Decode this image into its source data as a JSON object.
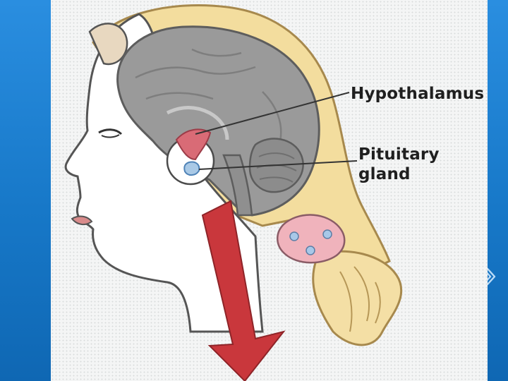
{
  "figure": {
    "labels": {
      "hypothalamus": "Hypothalamus",
      "pituitary_line1": "Pituitary",
      "pituitary_line2": "gland"
    },
    "icons": [
      "arrow-down-icon",
      "chevron-right-icon"
    ]
  },
  "colors": {
    "slide_background": "#1a7fcf",
    "panel_background": "#f4f5f5",
    "skin": "#ffffff",
    "hair": "#f3dd9e",
    "brain": "#9a9a9a",
    "hypothalamus": "#d96b76",
    "pituitary": "#a9c9e6",
    "arrow": "#c9373c",
    "hair_tie": "#f0b3bc"
  }
}
